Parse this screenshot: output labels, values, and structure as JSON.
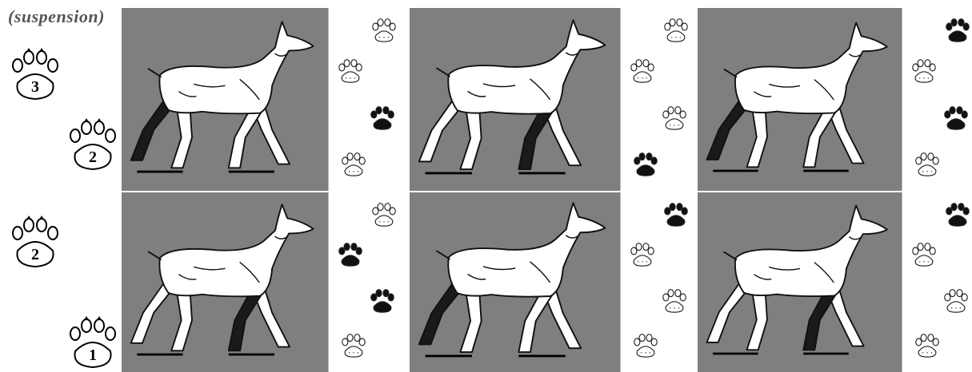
{
  "caption": "(suspension)",
  "legend": {
    "row1_top": "3",
    "row1_bottom": "2",
    "row2_top": "2",
    "row2_bottom": "1"
  },
  "colors": {
    "panel_bg": "#7f7f7f",
    "dog_fill": "#ffffff",
    "dog_shadow": "#1a1a1a",
    "footprint_empty": "#ffffff",
    "footprint_filled": "#111111"
  },
  "frames": [
    {
      "row": 1,
      "col": 1,
      "prints": [
        "empty",
        "empty",
        "filled",
        "empty"
      ]
    },
    {
      "row": 1,
      "col": 2,
      "prints": [
        "empty",
        "empty",
        "empty",
        "filled"
      ]
    },
    {
      "row": 1,
      "col": 3,
      "prints": [
        "filled",
        "empty",
        "filled",
        "empty"
      ]
    },
    {
      "row": 2,
      "col": 1,
      "prints": [
        "empty",
        "filled",
        "filled",
        "empty"
      ]
    },
    {
      "row": 2,
      "col": 2,
      "prints": [
        "filled",
        "empty",
        "empty",
        "empty"
      ]
    },
    {
      "row": 2,
      "col": 3,
      "prints": [
        "filled",
        "empty",
        "empty",
        "empty"
      ]
    }
  ]
}
